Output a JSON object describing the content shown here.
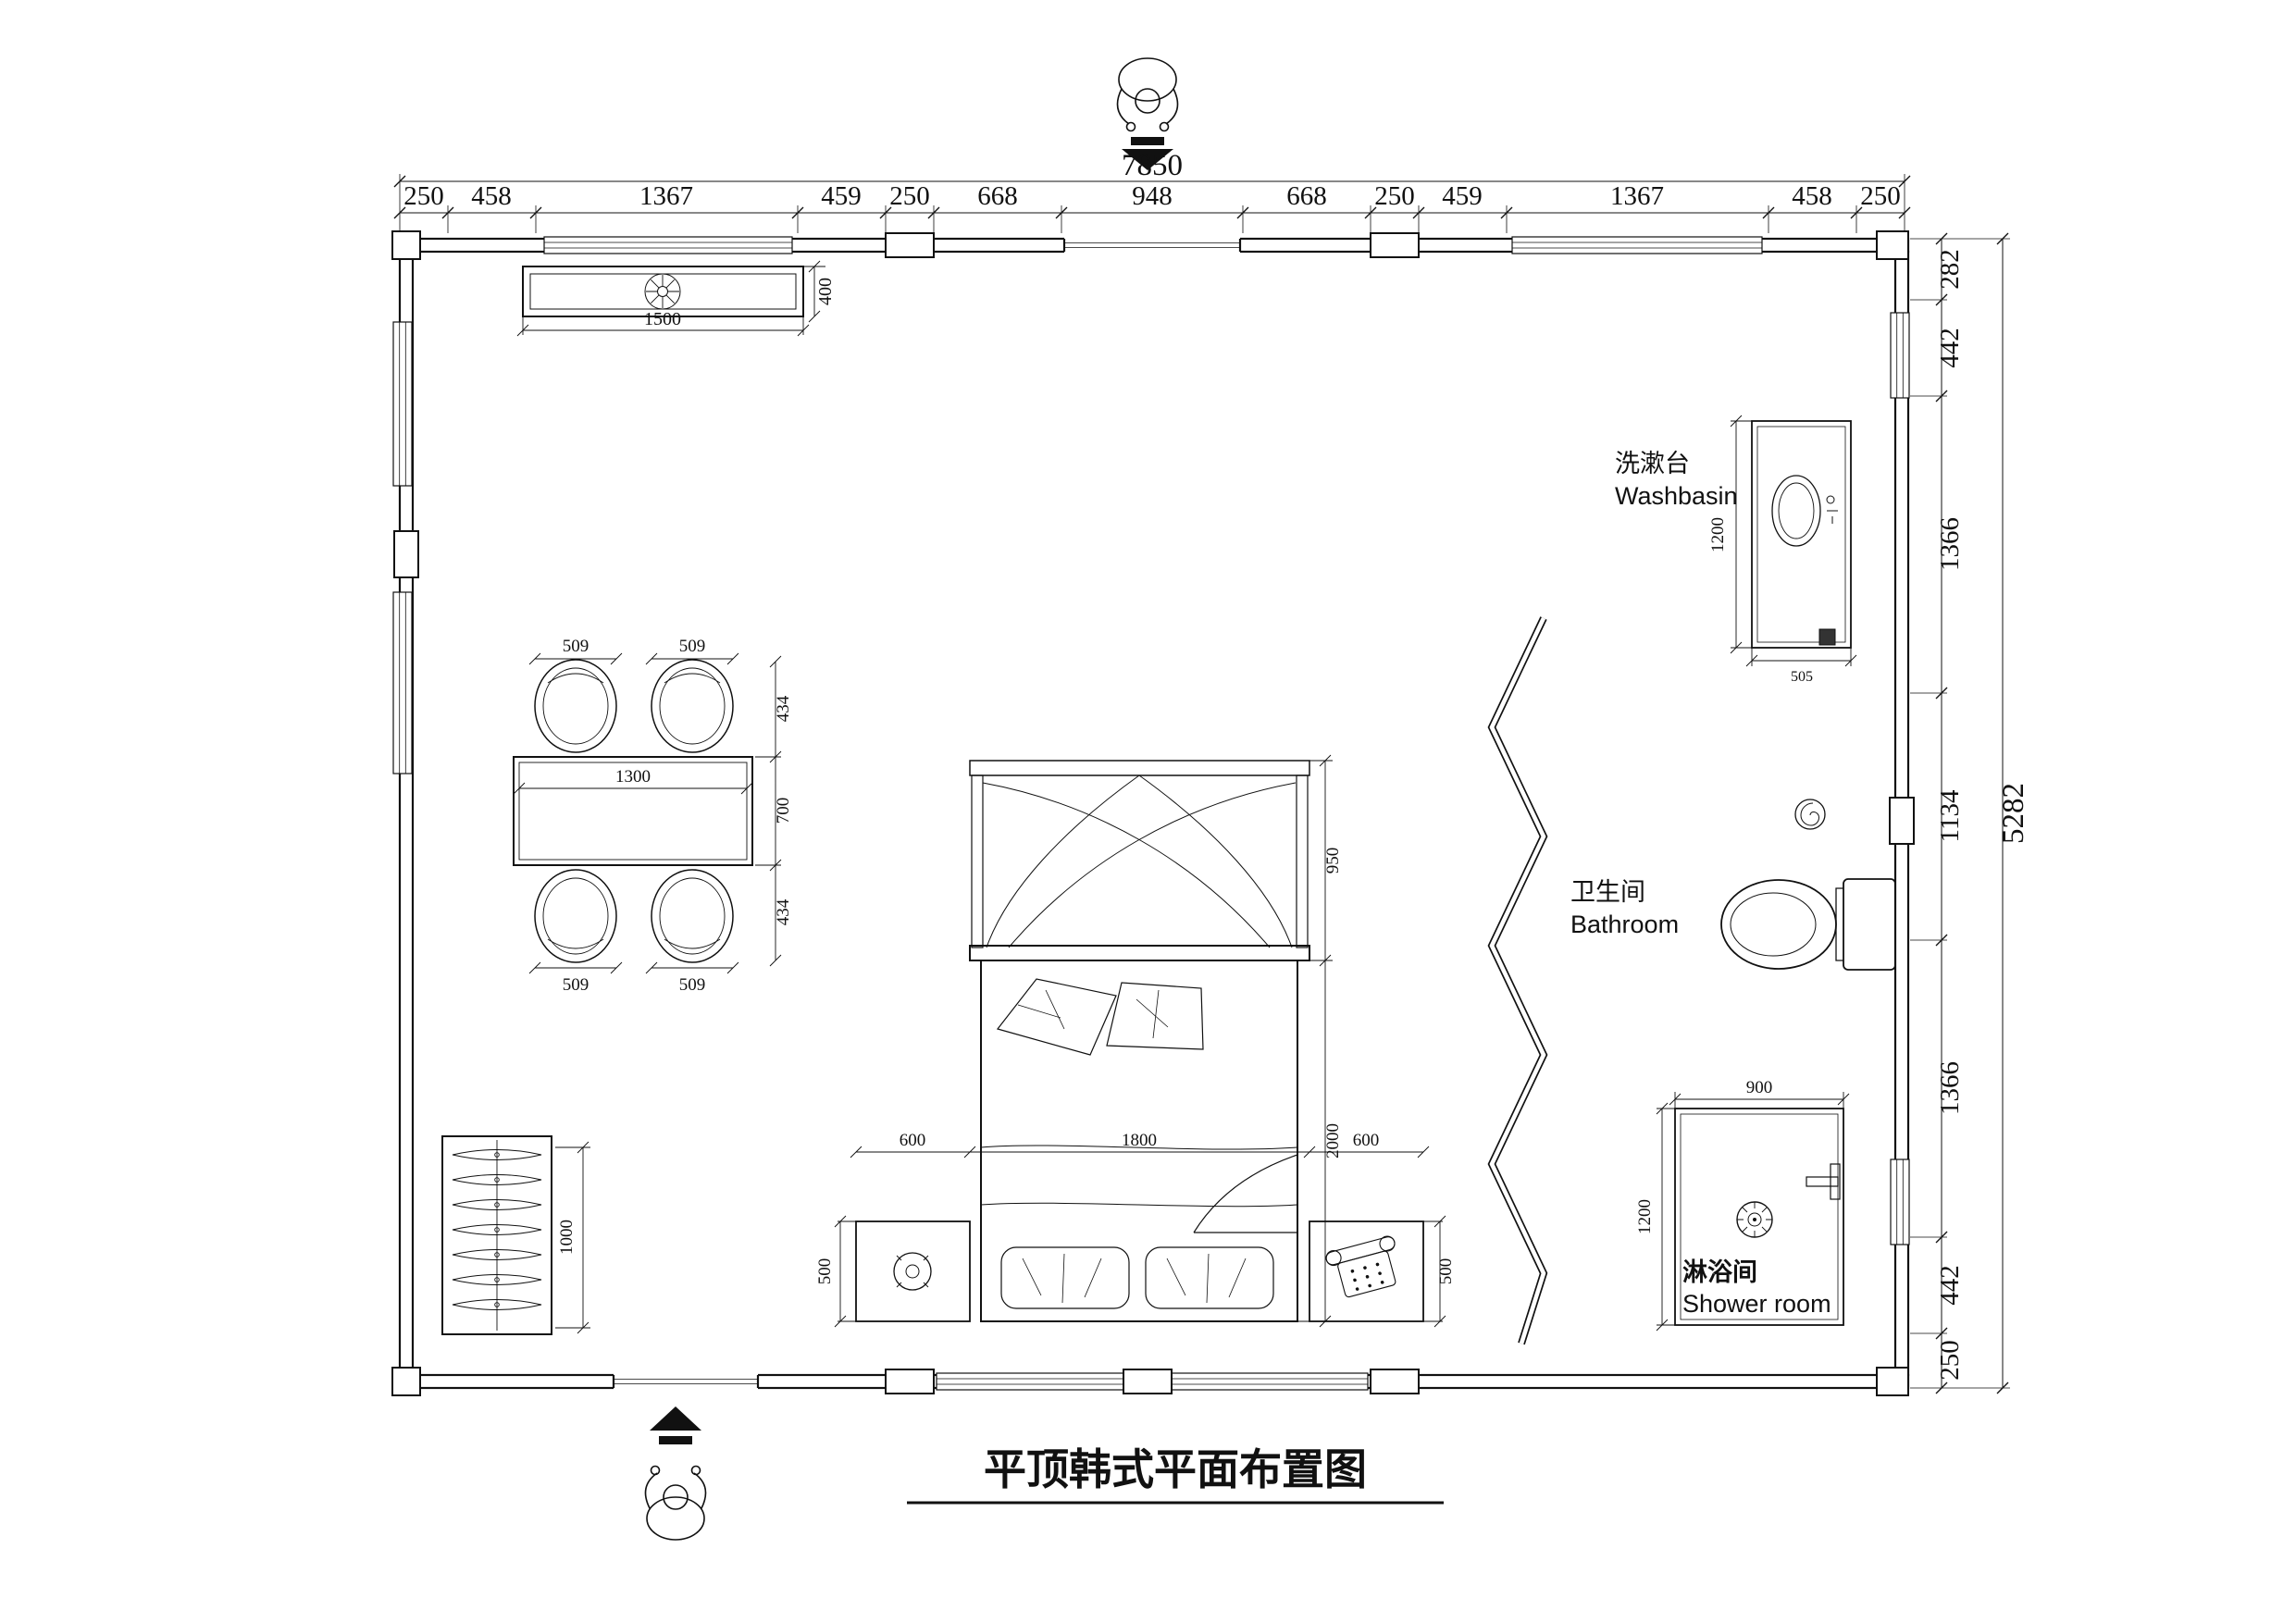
{
  "title": "平顶韩式平面布置图",
  "top_dimension": {
    "total": "7850",
    "segments": [
      "250",
      "458",
      "1367",
      "459",
      "250",
      "668",
      "948",
      "668",
      "250",
      "459",
      "1367",
      "458",
      "250"
    ]
  },
  "right_dimension": {
    "total": "5282",
    "segments": [
      "282",
      "442",
      "1366",
      "1134",
      "1366",
      "442",
      "250"
    ]
  },
  "rooms": {
    "washbasin": {
      "cn": "洗漱台",
      "en": "Washbasin"
    },
    "bathroom": {
      "cn": "卫生间",
      "en": "Bathroom"
    },
    "shower": {
      "cn": "淋浴间",
      "en": "Shower room"
    }
  },
  "furniture": {
    "tv_cabinet": {
      "width": "1500",
      "depth": "400"
    },
    "dining": {
      "chairs": [
        "509",
        "509",
        "509",
        "509"
      ],
      "table": "1300",
      "side": [
        "434",
        "700",
        "434"
      ]
    },
    "wardrobe": {
      "depth": "1000"
    },
    "bed": {
      "canopy": "950",
      "length": "2000",
      "row": [
        "600",
        "1800",
        "600"
      ],
      "nightstand_left": "500",
      "nightstand_right": "500"
    },
    "washstand": {
      "length": "1200",
      "width": "505"
    },
    "shower_room": {
      "width": "900",
      "depth": "1200"
    }
  }
}
